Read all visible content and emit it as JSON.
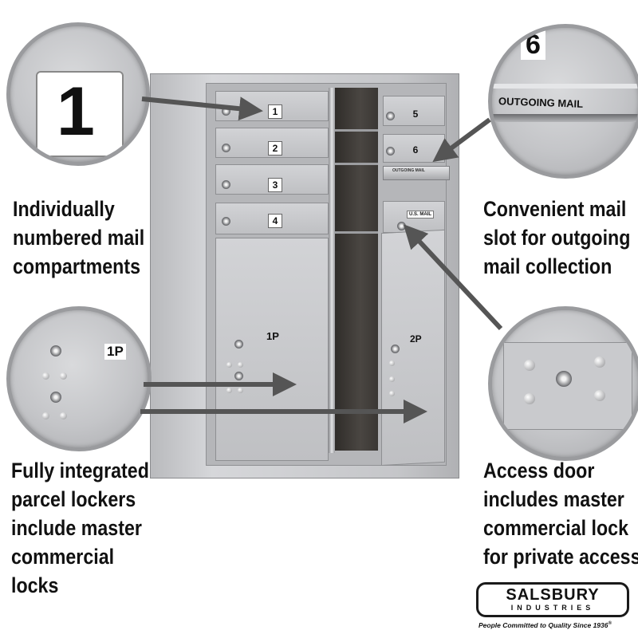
{
  "callouts": {
    "top_left_number": "1",
    "bottom_left_label": "1P",
    "top_right_number": "6",
    "top_right_label": "OUTGOING MAIL"
  },
  "features": {
    "numbered": [
      "Individually",
      "numbered mail",
      "compartments"
    ],
    "mail_slot": [
      "Convenient mail",
      "slot for outgoing",
      "mail collection"
    ],
    "parcel": [
      "Fully integrated",
      "parcel lockers",
      "include master",
      "commercial",
      "locks"
    ],
    "access": [
      "Access door",
      "includes master",
      "commercial lock",
      "for private access"
    ]
  },
  "mailbox": {
    "doors_left": [
      "1",
      "2",
      "3",
      "4"
    ],
    "doors_right": [
      "5",
      "6"
    ],
    "parcel_left": "1P",
    "parcel_right": "2P",
    "slot_label": "OUTGOING MAIL",
    "access_label": "U.S. MAIL"
  },
  "brand": {
    "name": "SALSBURY",
    "subname": "INDUSTRIES",
    "tagline": "People Committed to Quality Since 1936",
    "registered": "®"
  },
  "colors": {
    "metal": "#c4c5c8",
    "arrow": "#555555",
    "text": "#111111"
  }
}
